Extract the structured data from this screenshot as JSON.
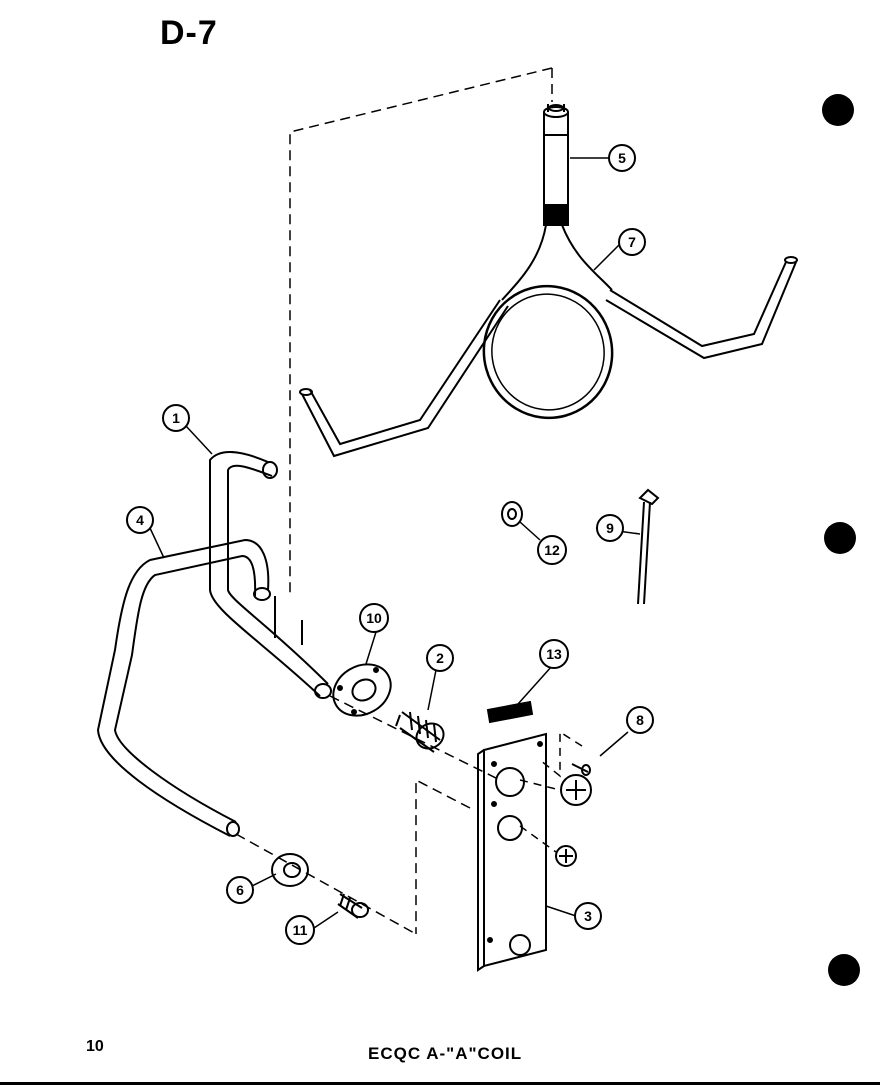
{
  "title": "D-7",
  "footer": {
    "page_number": "10",
    "caption": "ECQC A-\"A\"COIL"
  },
  "callouts": {
    "c1": "1",
    "c2": "2",
    "c3": "3",
    "c4": "4",
    "c5": "5",
    "c6": "6",
    "c7": "7",
    "c8": "8",
    "c9": "9",
    "c10": "10",
    "c11": "11",
    "c12": "12",
    "c13": "13"
  }
}
